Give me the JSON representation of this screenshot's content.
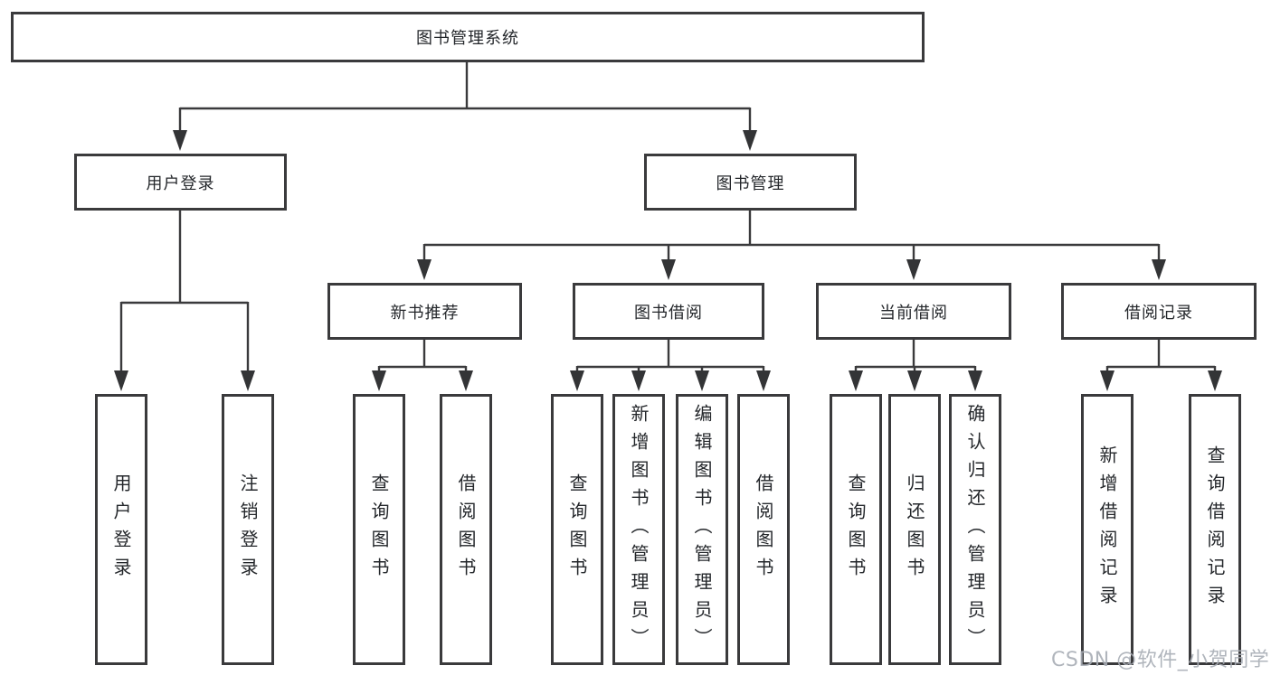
{
  "tree": {
    "root": {
      "label": "图书管理系统"
    },
    "children": [
      {
        "label": "用户登录",
        "children": [
          {
            "label": "用户登录"
          },
          {
            "label": "注销登录"
          }
        ]
      },
      {
        "label": "图书管理",
        "children": [
          {
            "label": "新书推荐",
            "children": [
              {
                "label": "查询图书"
              },
              {
                "label": "借阅图书"
              }
            ]
          },
          {
            "label": "图书借阅",
            "children": [
              {
                "label": "查询图书"
              },
              {
                "label": "新增图书（管理员）"
              },
              {
                "label": "编辑图书（管理员）"
              },
              {
                "label": "借阅图书"
              }
            ]
          },
          {
            "label": "当前借阅",
            "children": [
              {
                "label": "查询图书"
              },
              {
                "label": "归还图书"
              },
              {
                "label": "确认归还（管理员）"
              }
            ]
          },
          {
            "label": "借阅记录",
            "children": [
              {
                "label": "新增借阅记录"
              },
              {
                "label": "查询借阅记录"
              }
            ]
          }
        ]
      }
    ]
  },
  "watermark": {
    "text": "CSDN @软件_小贺同学"
  },
  "colors": {
    "line": "#3a3a3c",
    "box_border": "#3a3a3c",
    "text": "#24272b",
    "watermark": "#a8adb5",
    "background": "#ffffff"
  }
}
